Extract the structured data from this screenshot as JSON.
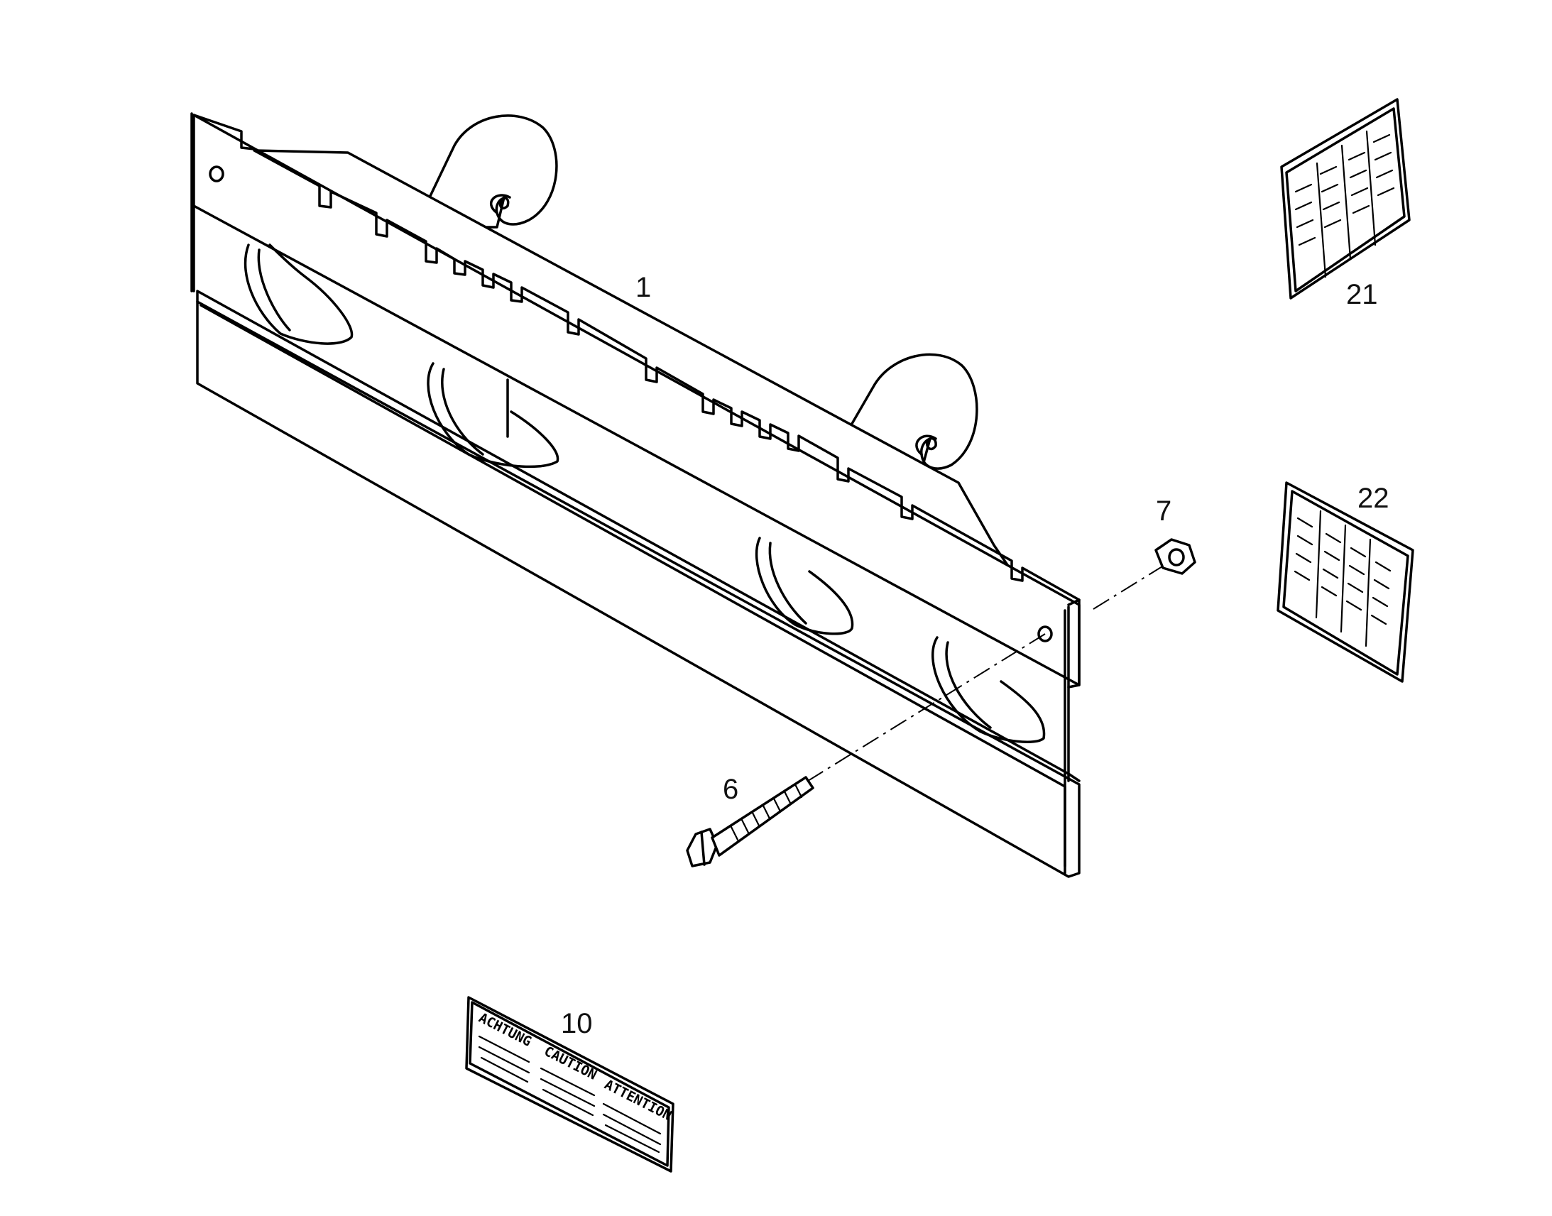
{
  "parts": [
    {
      "id": "frame",
      "callout": "1"
    },
    {
      "id": "bolt",
      "callout": "6"
    },
    {
      "id": "nut",
      "callout": "7"
    },
    {
      "id": "warning-label",
      "callout": "10",
      "words": [
        "ACHTUNG",
        "CAUTION",
        "ATTENTION"
      ]
    },
    {
      "id": "decal-a",
      "callout": "21"
    },
    {
      "id": "decal-b",
      "callout": "22"
    }
  ]
}
